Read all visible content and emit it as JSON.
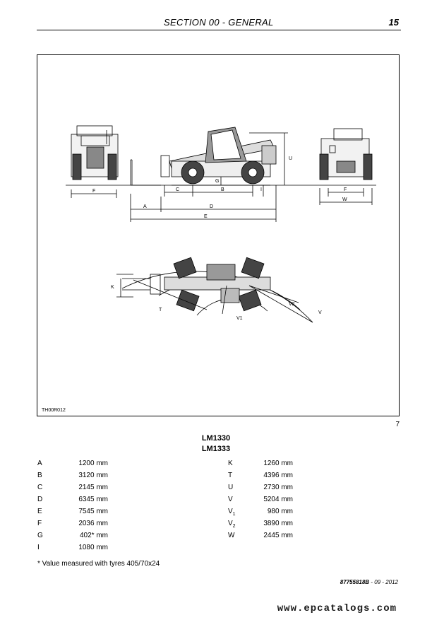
{
  "header": {
    "section_title": "SECTION 00 - GENERAL",
    "page_number": "15"
  },
  "figure": {
    "code": "TH00R012",
    "number": "7",
    "dimension_labels": {
      "A": "A",
      "B": "B",
      "C": "C",
      "D": "D",
      "E": "E",
      "F": "F",
      "G": "G",
      "I": "I",
      "K": "K",
      "T": "T",
      "U": "U",
      "V": "V",
      "V1": "V1",
      "V2": "V2",
      "W": "W"
    }
  },
  "models": [
    "LM1330",
    "LM1333"
  ],
  "specs_left": [
    {
      "key": "A",
      "value": "1200 mm"
    },
    {
      "key": "B",
      "value": "3120 mm"
    },
    {
      "key": "C",
      "value": "2145 mm"
    },
    {
      "key": "D",
      "value": "6345 mm"
    },
    {
      "key": "E",
      "value": "7545 mm"
    },
    {
      "key": "F",
      "value": "2036 mm"
    },
    {
      "key": "G",
      "value": "402* mm"
    },
    {
      "key": "I",
      "value": "1080 mm"
    }
  ],
  "specs_right": [
    {
      "key": "K",
      "sub": "",
      "value": "1260 mm"
    },
    {
      "key": "T",
      "sub": "",
      "value": "4396 mm"
    },
    {
      "key": "U",
      "sub": "",
      "value": "2730 mm"
    },
    {
      "key": "V",
      "sub": "",
      "value": "5204 mm"
    },
    {
      "key": "V",
      "sub": "1",
      "value": "980 mm"
    },
    {
      "key": "V",
      "sub": "2",
      "value": "3890 mm"
    },
    {
      "key": "W",
      "sub": "",
      "value": "2445 mm"
    }
  ],
  "footnote": "* Value measured with tyres 405/70x24",
  "doc_code": {
    "number": "87755818B",
    "date": " - 09 - 2012"
  },
  "watermark": "www.epcatalogs.com"
}
